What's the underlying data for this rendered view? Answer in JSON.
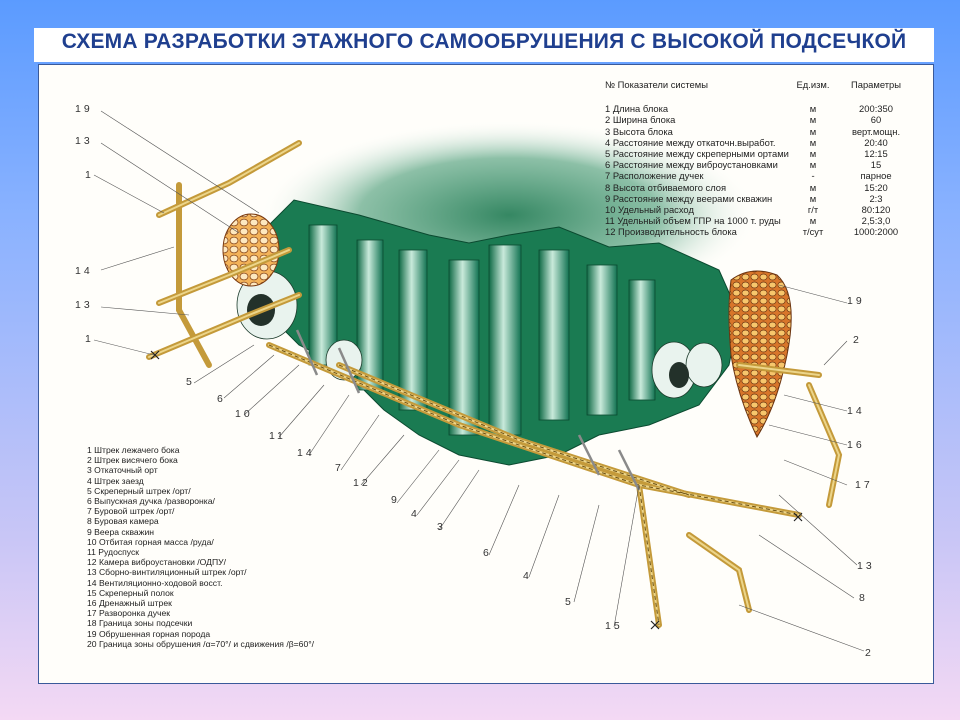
{
  "title": "СХЕМА РАЗРАБОТКИ ЭТАЖНОГО САМООБРУШЕНИЯ С ВЫСОКОЙ ПОДСЕЧКОЙ",
  "params_table": {
    "headers": [
      "№ Показатели системы",
      "Ед.изм.",
      "Параметры"
    ],
    "rows": [
      [
        "1 Длина блока",
        "м",
        "200:350"
      ],
      [
        "2 Ширина блока",
        "м",
        "60"
      ],
      [
        "3 Высота блока",
        "м",
        "верт.мощн."
      ],
      [
        "4 Расстояние между откаточн.выработ.",
        "м",
        "20:40"
      ],
      [
        "5 Расстояние между скреперными ортами",
        "м",
        "12:15"
      ],
      [
        "6 Расстояние между виброустановками",
        "м",
        "15"
      ],
      [
        "7 Расположение дучек",
        "-",
        "парное"
      ],
      [
        "8 Высота отбиваемого слоя",
        "м",
        "15:20"
      ],
      [
        "9 Расстояние между веерами скважин",
        "м",
        "2:3"
      ],
      [
        "10 Удельный расход",
        "г/т",
        "80:120"
      ],
      [
        "11 Удельный объем ГПР на 1000 т. руды",
        "м",
        "2,5:3,0"
      ],
      [
        "12 Производительность блока",
        "т/сут",
        "1000:2000"
      ]
    ]
  },
  "legend": [
    "1 Штрек лежачего бока",
    "2 Штрек висячего бока",
    "3 Откаточный орт",
    "4 Штрек заезд",
    "5 Скреперный штрек /орт/",
    "6 Выпускная дучка /разворонка/",
    "7 Буровой штрек /орт/",
    "8 Буровая камера",
    "9 Веера скважин",
    "10 Отбитая горная масса /руда/",
    "11 Рудоспуск",
    "12 Камера виброустановки /ОДПУ/",
    "13 Сборно-винтиляционный штрек /орт/",
    "14 Вентиляционно-ходовой восст.",
    "15 Скреперный полок",
    "16 Дренажный штрек",
    "17 Разворонка дучек",
    "18 Граница зоны подсечки",
    "19 Обрушенная горная порода",
    "20 Граница зоны обрушения /α=70°/ и сдвижения /β=60°/"
  ],
  "callouts": {
    "left": [
      "19",
      "13",
      "1",
      "14",
      "13",
      "1",
      "5",
      "6",
      "10",
      "11",
      "14",
      "7",
      "12",
      "9",
      "4",
      "3",
      "6",
      "4",
      "5",
      "15"
    ],
    "right": [
      "19",
      "2",
      "14",
      "16",
      "17",
      "13",
      "8",
      "2"
    ]
  }
}
